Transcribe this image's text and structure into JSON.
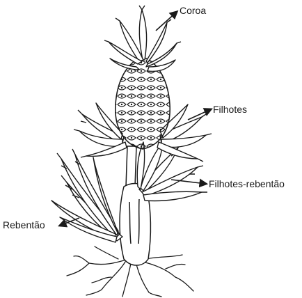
{
  "labels": {
    "crown": "Coroa",
    "slips": "Filhotes",
    "hapas": "Filhotes-rebentão",
    "suckers": "Rebentão"
  },
  "colors": {
    "ink": "#1a1a1a",
    "background": "#ffffff"
  },
  "icons": [
    "arrow-icon"
  ]
}
